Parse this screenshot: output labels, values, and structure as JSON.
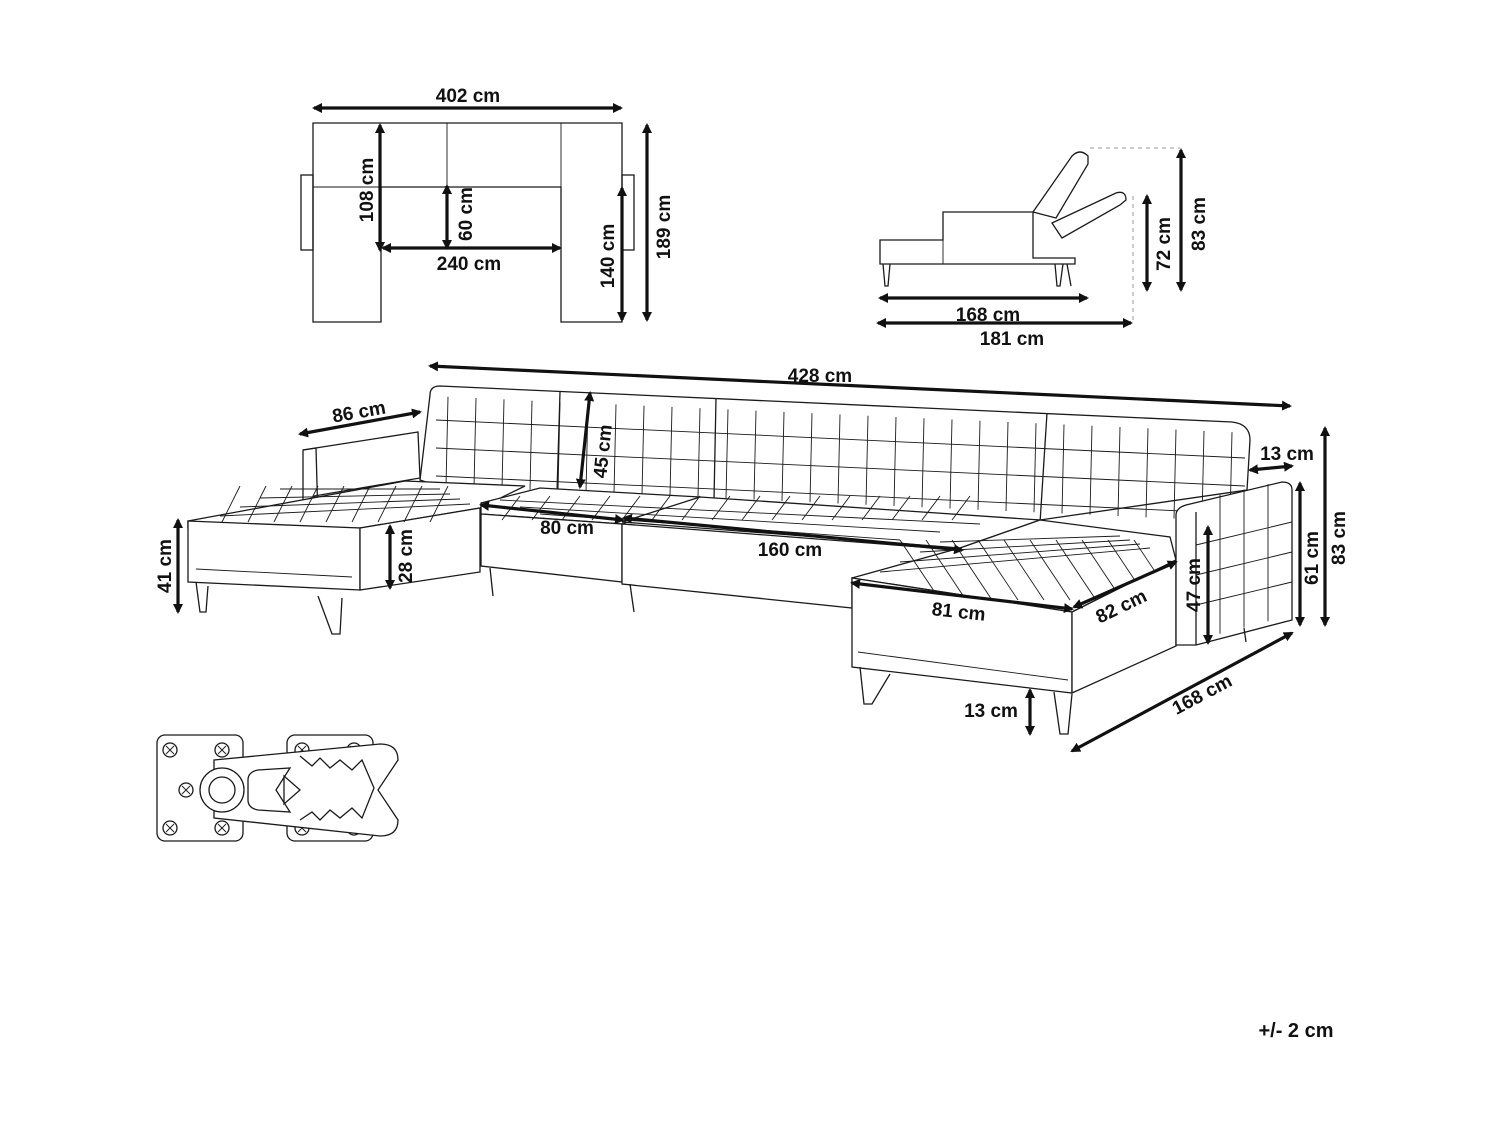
{
  "top_view": {
    "width_label": "402 cm",
    "depth_label": "189 cm",
    "seat_depth_label": "108 cm",
    "back_depth_label": "60 cm",
    "inner_width_label": "240 cm",
    "chaise_label": "140 cm"
  },
  "side_view": {
    "height_label": "83 cm",
    "reclined_height_label": "72 cm",
    "length_label": "168 cm",
    "reclined_length_label": "181 cm"
  },
  "main_view": {
    "total_width_label": "428 cm",
    "armrest_depth_label": "86 cm",
    "back_height_label": "45 cm",
    "armrest_width_label": "13 cm",
    "total_height_label": "83 cm",
    "armrest_height_label": "61 cm",
    "inner_armrest_label": "47 cm",
    "seat_thickness_label": "28 cm",
    "seat_height_label": "41 cm",
    "seat_width_label": "80 cm",
    "middle_seat_label": "160 cm",
    "chaise_width_label": "81 cm",
    "chaise_depth_label": "82 cm",
    "leg_height_label": "13 cm",
    "chaise_length_label": "168 cm"
  },
  "tolerance_label": "+/- 2 cm",
  "colors": {
    "line": "#1a1a1a",
    "arrow": "#111111",
    "background": "#ffffff"
  }
}
